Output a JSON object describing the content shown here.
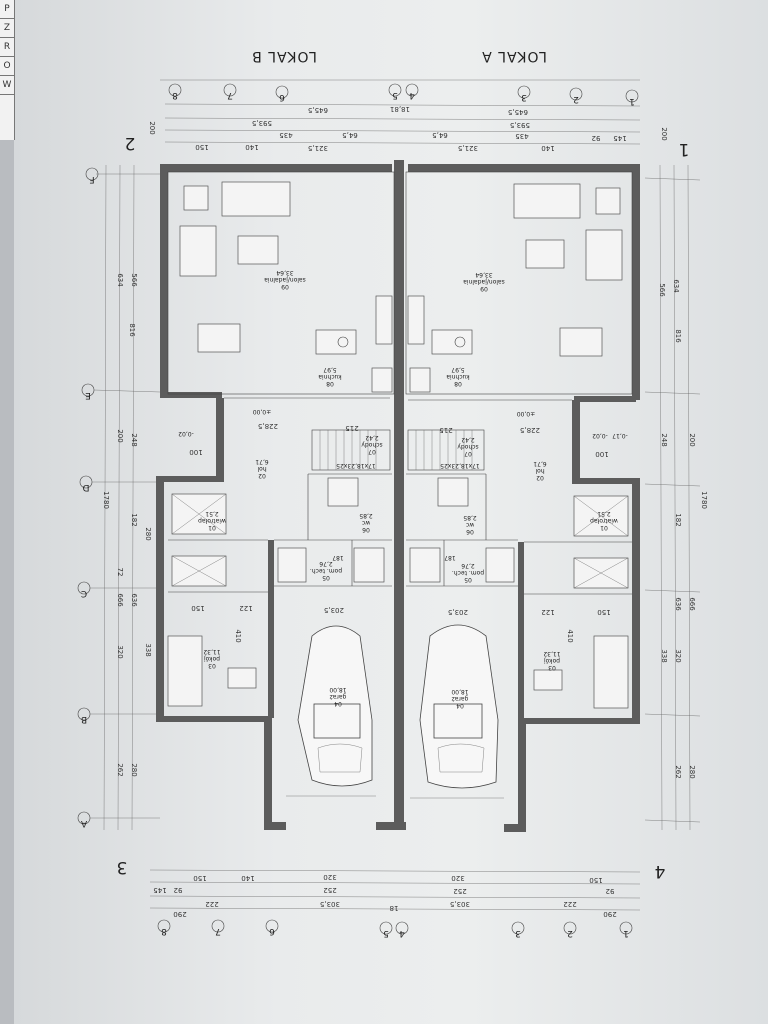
{
  "edge_strip": [
    "P",
    "Z",
    "R",
    "O",
    "W"
  ],
  "header": {
    "lokal_b": "LOKAL B",
    "lokal_a": "LOKAL A"
  },
  "corners": {
    "tl": "2",
    "tr": "1",
    "bl": "3",
    "br": "4"
  },
  "axes": {
    "columns": [
      "8",
      "7",
      "6",
      "5",
      "4",
      "3",
      "2",
      "1"
    ],
    "rows": [
      "F",
      "E",
      "D",
      "C",
      "B",
      "A"
    ]
  },
  "dims_top": {
    "total_b": "645,5",
    "total_a": "645,5",
    "sub_b": "593,5",
    "sub_a": "593,5",
    "w150": "150",
    "w140": "140",
    "w435": "435",
    "w200": "200",
    "w92": "92",
    "w145": "145",
    "mid": "18,81",
    "w64": "64,5",
    "w321": "321,5"
  },
  "dims_bottom": {
    "w290": "290",
    "w222": "222",
    "w320": "320",
    "w252": "252",
    "w303": "303,5",
    "w150": "150",
    "w92": "92",
    "w145": "145",
    "w140": "140",
    "w18": "18"
  },
  "dims_side": {
    "h634": "634",
    "h566": "566",
    "h816": "816",
    "h1780": "1780",
    "h200": "200",
    "h248": "248",
    "h182": "182",
    "h280": "280",
    "h666": "666",
    "h636": "636",
    "h320": "320",
    "h338": "338",
    "h262": "262",
    "h72": "72"
  },
  "rooms": {
    "salon": {
      "num": "09",
      "name": "salon/jadalnia",
      "area": "33,64"
    },
    "kuchnia": {
      "num": "08",
      "name": "kuchnia",
      "area": "5,97"
    },
    "schody": {
      "num": "07",
      "name": "schody",
      "area": "2,42"
    },
    "hol": {
      "num": "02",
      "name": "hol",
      "area": "6,71"
    },
    "wc": {
      "num": "06",
      "name": "wc",
      "area": "2,85"
    },
    "pom_tech": {
      "num": "05",
      "name": "pom. tech.",
      "area": "2,76"
    },
    "wiatrolap": {
      "num": "01",
      "name": "wiatrołap",
      "area": "2,51"
    },
    "pokoj": {
      "num": "03",
      "name": "pokój",
      "area": "11,32"
    },
    "garaz": {
      "num": "04",
      "name": "garaż",
      "area": "18,00"
    }
  },
  "notes": {
    "stairs": "17x18,23x25",
    "level0": "±0,00",
    "level1": "-0,02",
    "level2": "-0,17",
    "width_2035": "203,5",
    "width_228": "228,5",
    "width_215": "215",
    "width_410": "410",
    "width_150": "150",
    "width_122": "122",
    "width_187": "187",
    "width_100": "100"
  }
}
